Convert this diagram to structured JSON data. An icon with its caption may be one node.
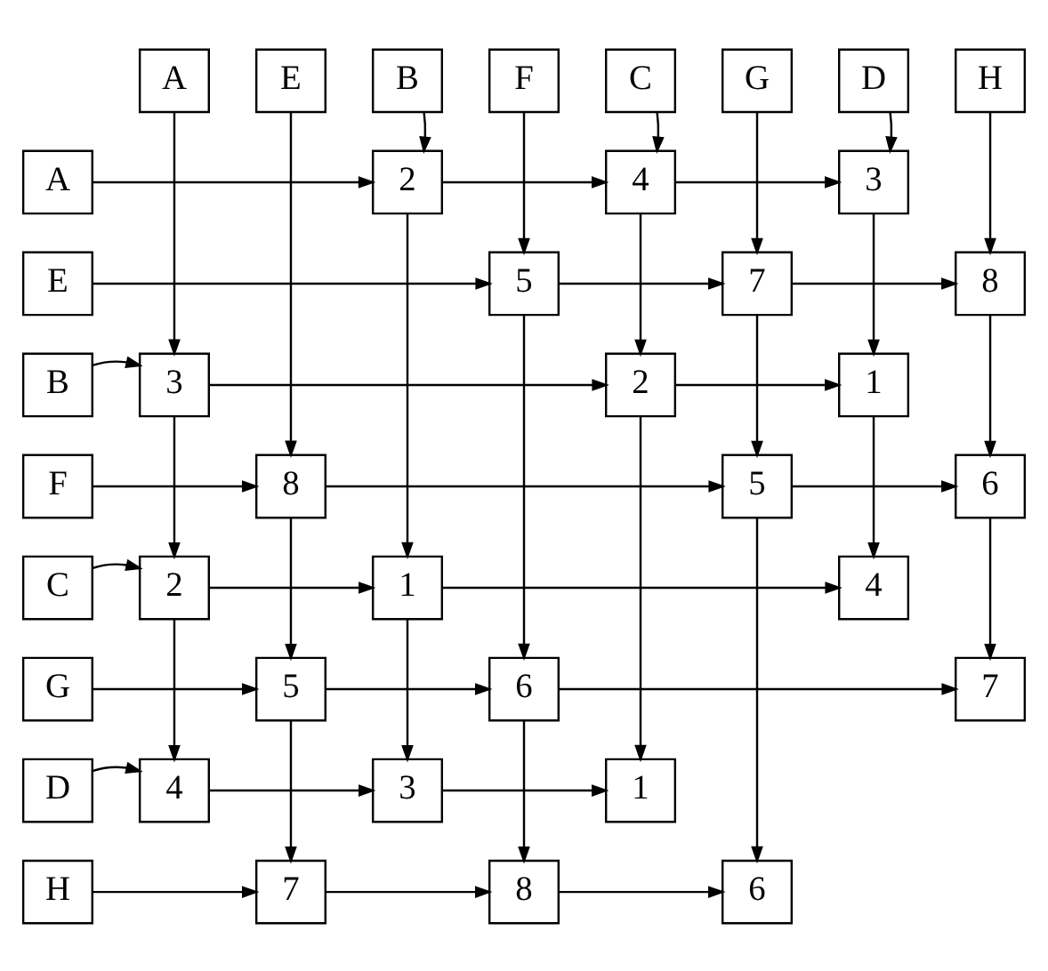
{
  "diagram": {
    "nodes": [
      {
        "text": [
          "A"
        ]
      },
      {
        "text": [
          "E"
        ]
      },
      {
        "text": [
          "B"
        ]
      },
      {
        "text": [
          "F"
        ]
      },
      {
        "text": [
          "C"
        ]
      },
      {
        "text": [
          "G"
        ]
      },
      {
        "text": [
          "D"
        ]
      },
      {
        "text": [
          "H"
        ]
      },
      {
        "text": [
          "A"
        ]
      },
      {
        "text": [
          "E"
        ]
      },
      {
        "text": [
          "B"
        ]
      },
      {
        "text": [
          "F"
        ]
      },
      {
        "text": [
          "C"
        ]
      },
      {
        "text": [
          "G"
        ]
      },
      {
        "text": [
          "D"
        ]
      },
      {
        "text": [
          "H"
        ]
      },
      {
        "text": [
          "2"
        ]
      },
      {
        "text": [
          "4"
        ]
      },
      {
        "text": [
          "3"
        ]
      },
      {
        "text": [
          "5"
        ]
      },
      {
        "text": [
          "7"
        ]
      },
      {
        "text": [
          "8"
        ]
      },
      {
        "text": [
          "3"
        ]
      },
      {
        "text": [
          "2"
        ]
      },
      {
        "text": [
          "1"
        ]
      },
      {
        "text": [
          "8"
        ]
      },
      {
        "text": [
          "5"
        ]
      },
      {
        "text": [
          "6"
        ]
      },
      {
        "text": [
          "2"
        ]
      },
      {
        "text": [
          "1"
        ]
      },
      {
        "text": [
          "4"
        ]
      },
      {
        "text": [
          "5"
        ]
      },
      {
        "text": [
          "6"
        ]
      },
      {
        "text": [
          "7"
        ]
      },
      {
        "text": [
          "4"
        ]
      },
      {
        "text": [
          "3"
        ]
      },
      {
        "text": [
          "1"
        ]
      },
      {
        "text": [
          "7"
        ]
      },
      {
        "text": [
          "8"
        ]
      },
      {
        "text": [
          "6"
        ]
      }
    ],
    "edges": [
      {
        "from": 8,
        "to": 16,
        "arrow": "to"
      },
      {
        "from": 16,
        "to": 17,
        "arrow": "to"
      },
      {
        "from": 17,
        "to": 18,
        "arrow": "to"
      },
      {
        "from": 9,
        "to": 19,
        "arrow": "to"
      },
      {
        "from": 19,
        "to": 20,
        "arrow": "to"
      },
      {
        "from": 20,
        "to": 21,
        "arrow": "to"
      },
      {
        "from": 10,
        "to": 22,
        "arrow": "to"
      },
      {
        "from": 22,
        "to": 23,
        "arrow": "to"
      },
      {
        "from": 23,
        "to": 24,
        "arrow": "to"
      },
      {
        "from": 11,
        "to": 25,
        "arrow": "to"
      },
      {
        "from": 25,
        "to": 26,
        "arrow": "to"
      },
      {
        "from": 26,
        "to": 27,
        "arrow": "to"
      },
      {
        "from": 12,
        "to": 28,
        "arrow": "to"
      },
      {
        "from": 28,
        "to": 29,
        "arrow": "to"
      },
      {
        "from": 29,
        "to": 30,
        "arrow": "to"
      },
      {
        "from": 13,
        "to": 31,
        "arrow": "to"
      },
      {
        "from": 31,
        "to": 32,
        "arrow": "to"
      },
      {
        "from": 32,
        "to": 33,
        "arrow": "to"
      },
      {
        "from": 14,
        "to": 34,
        "arrow": "to"
      },
      {
        "from": 34,
        "to": 35,
        "arrow": "to"
      },
      {
        "from": 35,
        "to": 36,
        "arrow": "to"
      },
      {
        "from": 15,
        "to": 37,
        "arrow": "to"
      },
      {
        "from": 37,
        "to": 38,
        "arrow": "to"
      },
      {
        "from": 38,
        "to": 39,
        "arrow": "to"
      },
      {
        "from": 0,
        "to": 22,
        "arrow": "to"
      },
      {
        "from": 22,
        "to": 28,
        "arrow": "to"
      },
      {
        "from": 28,
        "to": 34,
        "arrow": "to"
      },
      {
        "from": 1,
        "to": 25,
        "arrow": "to"
      },
      {
        "from": 25,
        "to": 31,
        "arrow": "to"
      },
      {
        "from": 31,
        "to": 37,
        "arrow": "to"
      },
      {
        "from": 2,
        "to": 16,
        "arrow": "to"
      },
      {
        "from": 16,
        "to": 29,
        "arrow": "to"
      },
      {
        "from": 29,
        "to": 35,
        "arrow": "to"
      },
      {
        "from": 3,
        "to": 19,
        "arrow": "to"
      },
      {
        "from": 19,
        "to": 32,
        "arrow": "to"
      },
      {
        "from": 32,
        "to": 38,
        "arrow": "to"
      },
      {
        "from": 4,
        "to": 17,
        "arrow": "to"
      },
      {
        "from": 17,
        "to": 23,
        "arrow": "to"
      },
      {
        "from": 23,
        "to": 36,
        "arrow": "to"
      },
      {
        "from": 5,
        "to": 20,
        "arrow": "to"
      },
      {
        "from": 20,
        "to": 26,
        "arrow": "to"
      },
      {
        "from": 26,
        "to": 39,
        "arrow": "to"
      },
      {
        "from": 6,
        "to": 18,
        "arrow": "to"
      },
      {
        "from": 18,
        "to": 24,
        "arrow": "to"
      },
      {
        "from": 24,
        "to": 30,
        "arrow": "to"
      },
      {
        "from": 7,
        "to": 21,
        "arrow": "to"
      },
      {
        "from": 21,
        "to": 27,
        "arrow": "to"
      },
      {
        "from": 27,
        "to": 33,
        "arrow": "to"
      }
    ]
  }
}
